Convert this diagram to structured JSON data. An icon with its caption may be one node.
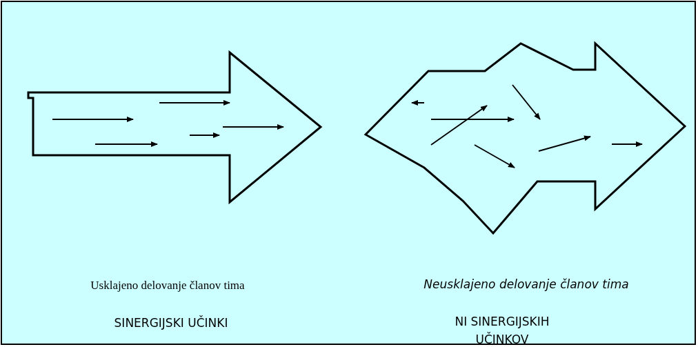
{
  "diagram": {
    "labels": [
      "Usklajeno delovanje članov tima",
      "SINERGIJSKI UČINKI",
      "Neusklajeno delovanje članov tima",
      "NI SINERGIJSKIH UČINKOV"
    ]
  }
}
